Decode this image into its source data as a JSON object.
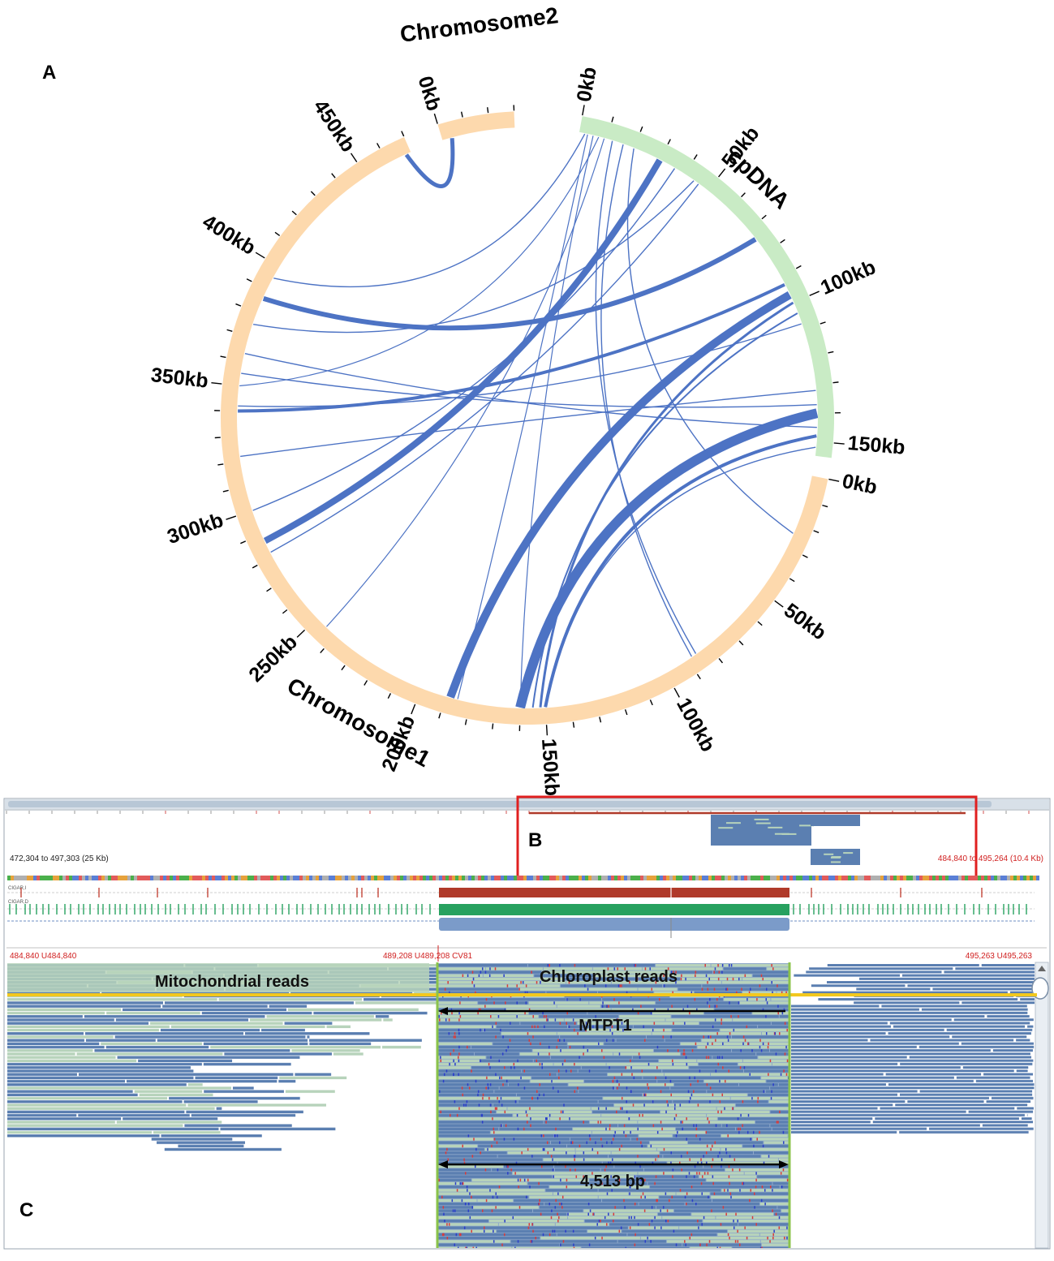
{
  "panel_labels": {
    "a": "A",
    "b": "B",
    "c": "C"
  },
  "colors": {
    "chromosome": "#fdd9ad",
    "cpdna": "#c9ebc5",
    "link": "#4d73c4",
    "read_blue": "#5b7fb1",
    "read_green": "#b7d3bb",
    "highlight_yellow": "#f2c81e",
    "region_green": "#8bc34a",
    "red_box": "#e02020",
    "red_text": "#d02020",
    "bar_red": "#b03a2a",
    "bar_green": "#27a15f"
  },
  "circos": {
    "segments": [
      {
        "id": "cpDNA",
        "label": "cpDNA",
        "ticks": [
          {
            "label": "0kb"
          },
          {
            "label": "50kb"
          },
          {
            "label": "100kb"
          },
          {
            "label": "150kb"
          }
        ]
      },
      {
        "id": "chromosome1",
        "label": "Chromosome1",
        "ticks": [
          {
            "label": "0kb"
          },
          {
            "label": "50kb"
          },
          {
            "label": "100kb"
          },
          {
            "label": "150kb"
          },
          {
            "label": "200kb"
          },
          {
            "label": "250kb"
          },
          {
            "label": "300kb"
          },
          {
            "label": "350kb"
          },
          {
            "label": "400kb"
          },
          {
            "label": "450kb"
          }
        ]
      },
      {
        "id": "chromosome2",
        "label": "Chromosome2",
        "ticks": [
          {
            "label": "0kb"
          }
        ]
      }
    ]
  },
  "igv": {
    "overview_left_range": "472,304 to 497,303 (25 Kb)",
    "overview_right_range": "484,840 to 495,264 (10.4 Kb)",
    "track_labels": [
      "CIGAR,I",
      "CIGAR,D"
    ],
    "ruler_left": "484,840 U484,840",
    "ruler_middle": "489,208 U489,208 CV81",
    "ruler_right": "495,263 U495,263",
    "mito_label": "Mitochondrial reads",
    "chloro_label": "Chloroplast reads",
    "mtpt_label": "MTPT1",
    "span_label": "4,513 bp"
  }
}
